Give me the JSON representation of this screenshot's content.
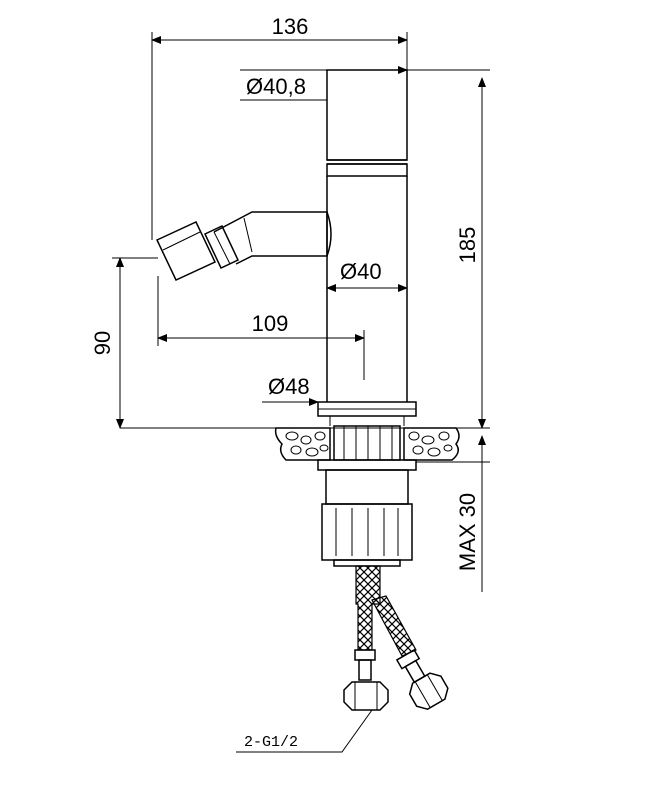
{
  "dimensions": {
    "overall_width": "136",
    "spout_diameter": "Ø40,8",
    "body_diameter": "Ø40",
    "base_diameter": "Ø48",
    "spout_reach": "109",
    "spout_height": "90",
    "overall_height": "185",
    "max_deck_thickness": "MAX 30"
  },
  "callouts": {
    "hose_connection": "2-G1/2"
  }
}
